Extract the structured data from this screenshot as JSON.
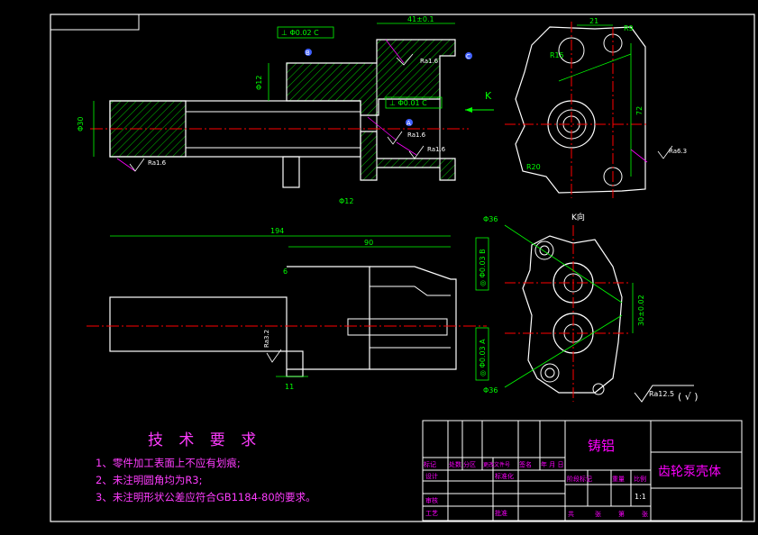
{
  "technical_requirements": {
    "heading": "技 术 要 求",
    "items": [
      "1、零件加工表面上不应有划痕;",
      "2、未注明圆角均为R3;",
      "3、未注明形状公差应符合GB1184-80的要求。"
    ]
  },
  "title_block": {
    "material": "铸铝",
    "part_name": "齿轮泵壳体",
    "scale": "1:1",
    "labels": {
      "mark": "标记",
      "count": "处数",
      "zone": "分区",
      "change_doc": "更改文件号",
      "signature": "签名",
      "date": "年 月 日",
      "designer": "设计",
      "standardization": "标准化",
      "reviewer": "审核",
      "process": "工艺",
      "approve": "批准",
      "stage_mark": "阶段标记",
      "weight": "重量",
      "scale_label": "比例",
      "total": "共",
      "sheets": "张",
      "sheet_no": "第",
      "sheet_unit": "张"
    }
  },
  "annotations": {
    "view_k": "K",
    "view_k_dir": "K向",
    "roughness_default": "Ra12.5",
    "roughness_default_suffix": "( √ )",
    "roughness": [
      "Ra1.6",
      "Ra1.6",
      "Ra1.6",
      "Ra1.6",
      "Ra6.3",
      "Ra3.2"
    ],
    "gdt": [
      "⊥ Φ0.02 C",
      "⊥ Φ0.01 C",
      "◎ Φ0.03 B",
      "◎ Φ0.03 A"
    ],
    "datums": [
      "B",
      "C",
      "A"
    ],
    "dims": {
      "top_width": "41±0.1",
      "left_bore": "Φ30",
      "step_bore": "Φ12",
      "side_bore": "Φ12",
      "r29": "R9",
      "w21": "21",
      "r15": "R15",
      "h72": "72",
      "r20": "R20",
      "len194": "194",
      "len90": "90",
      "d6": "6",
      "d11": "11",
      "bore36a": "Φ36",
      "bore36b": "Φ36",
      "center_dist": "30±0.02"
    }
  },
  "colors": {
    "outline": "#ffffff",
    "dimension": "#00ff00",
    "centerline": "#ff0000",
    "hatch": "#00ff00",
    "leader": "#ff00ff",
    "datum": "#4060ff",
    "gdt": "#ffff00",
    "text": "#ff00ff"
  }
}
